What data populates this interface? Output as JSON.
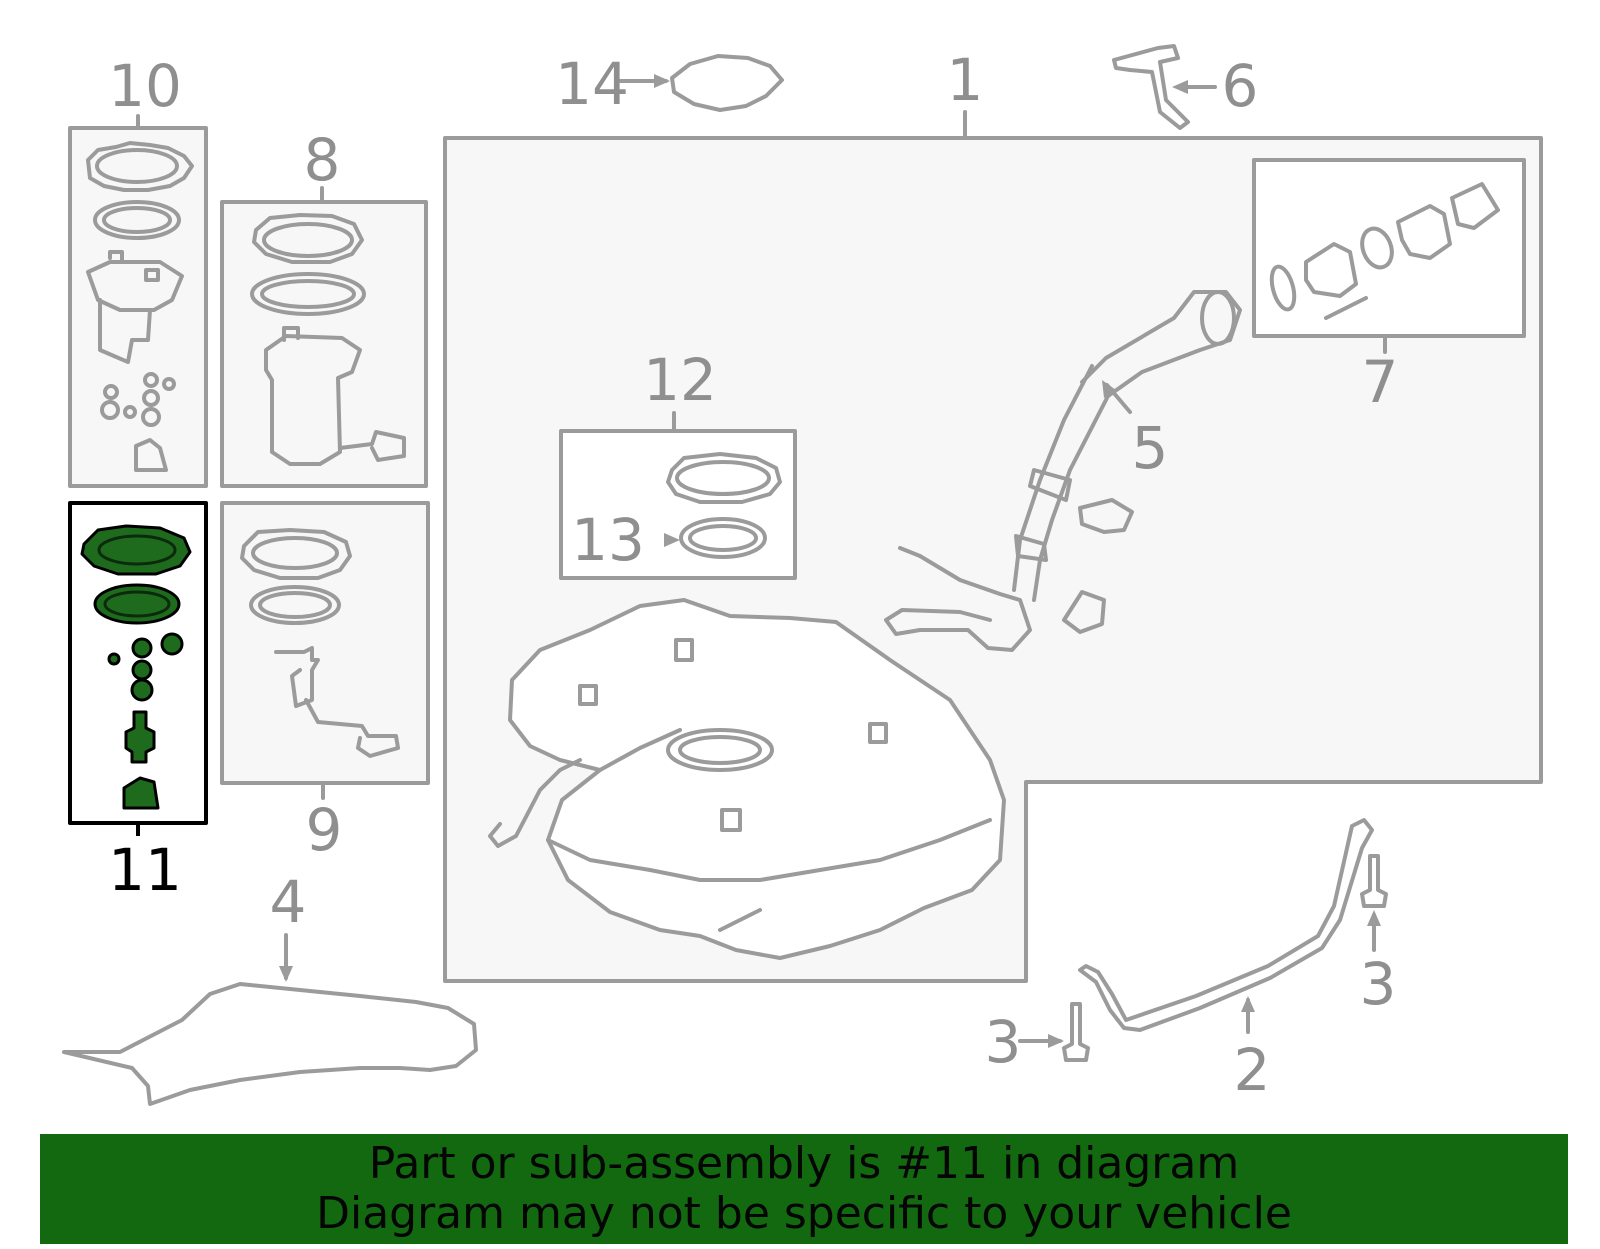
{
  "colors": {
    "line": "#9b9b9b",
    "box_fill": "#f7f7f7",
    "highlight_part": "#1e6b1e",
    "highlight_box": "#000000",
    "banner_bg": "#12690f",
    "banner_text": "#050505"
  },
  "callouts": {
    "c1": "1",
    "c2": "2",
    "c3a": "3",
    "c3b": "3",
    "c4": "4",
    "c5": "5",
    "c6": "6",
    "c7": "7",
    "c8": "8",
    "c9": "9",
    "c10": "10",
    "c11": "11",
    "c12": "12",
    "c13": "13",
    "c14": "14"
  },
  "highlighted_part": "11",
  "banner": {
    "line1": "Part or sub-assembly is #11 in diagram",
    "line2": "Diagram may not be specific to your vehicle"
  }
}
